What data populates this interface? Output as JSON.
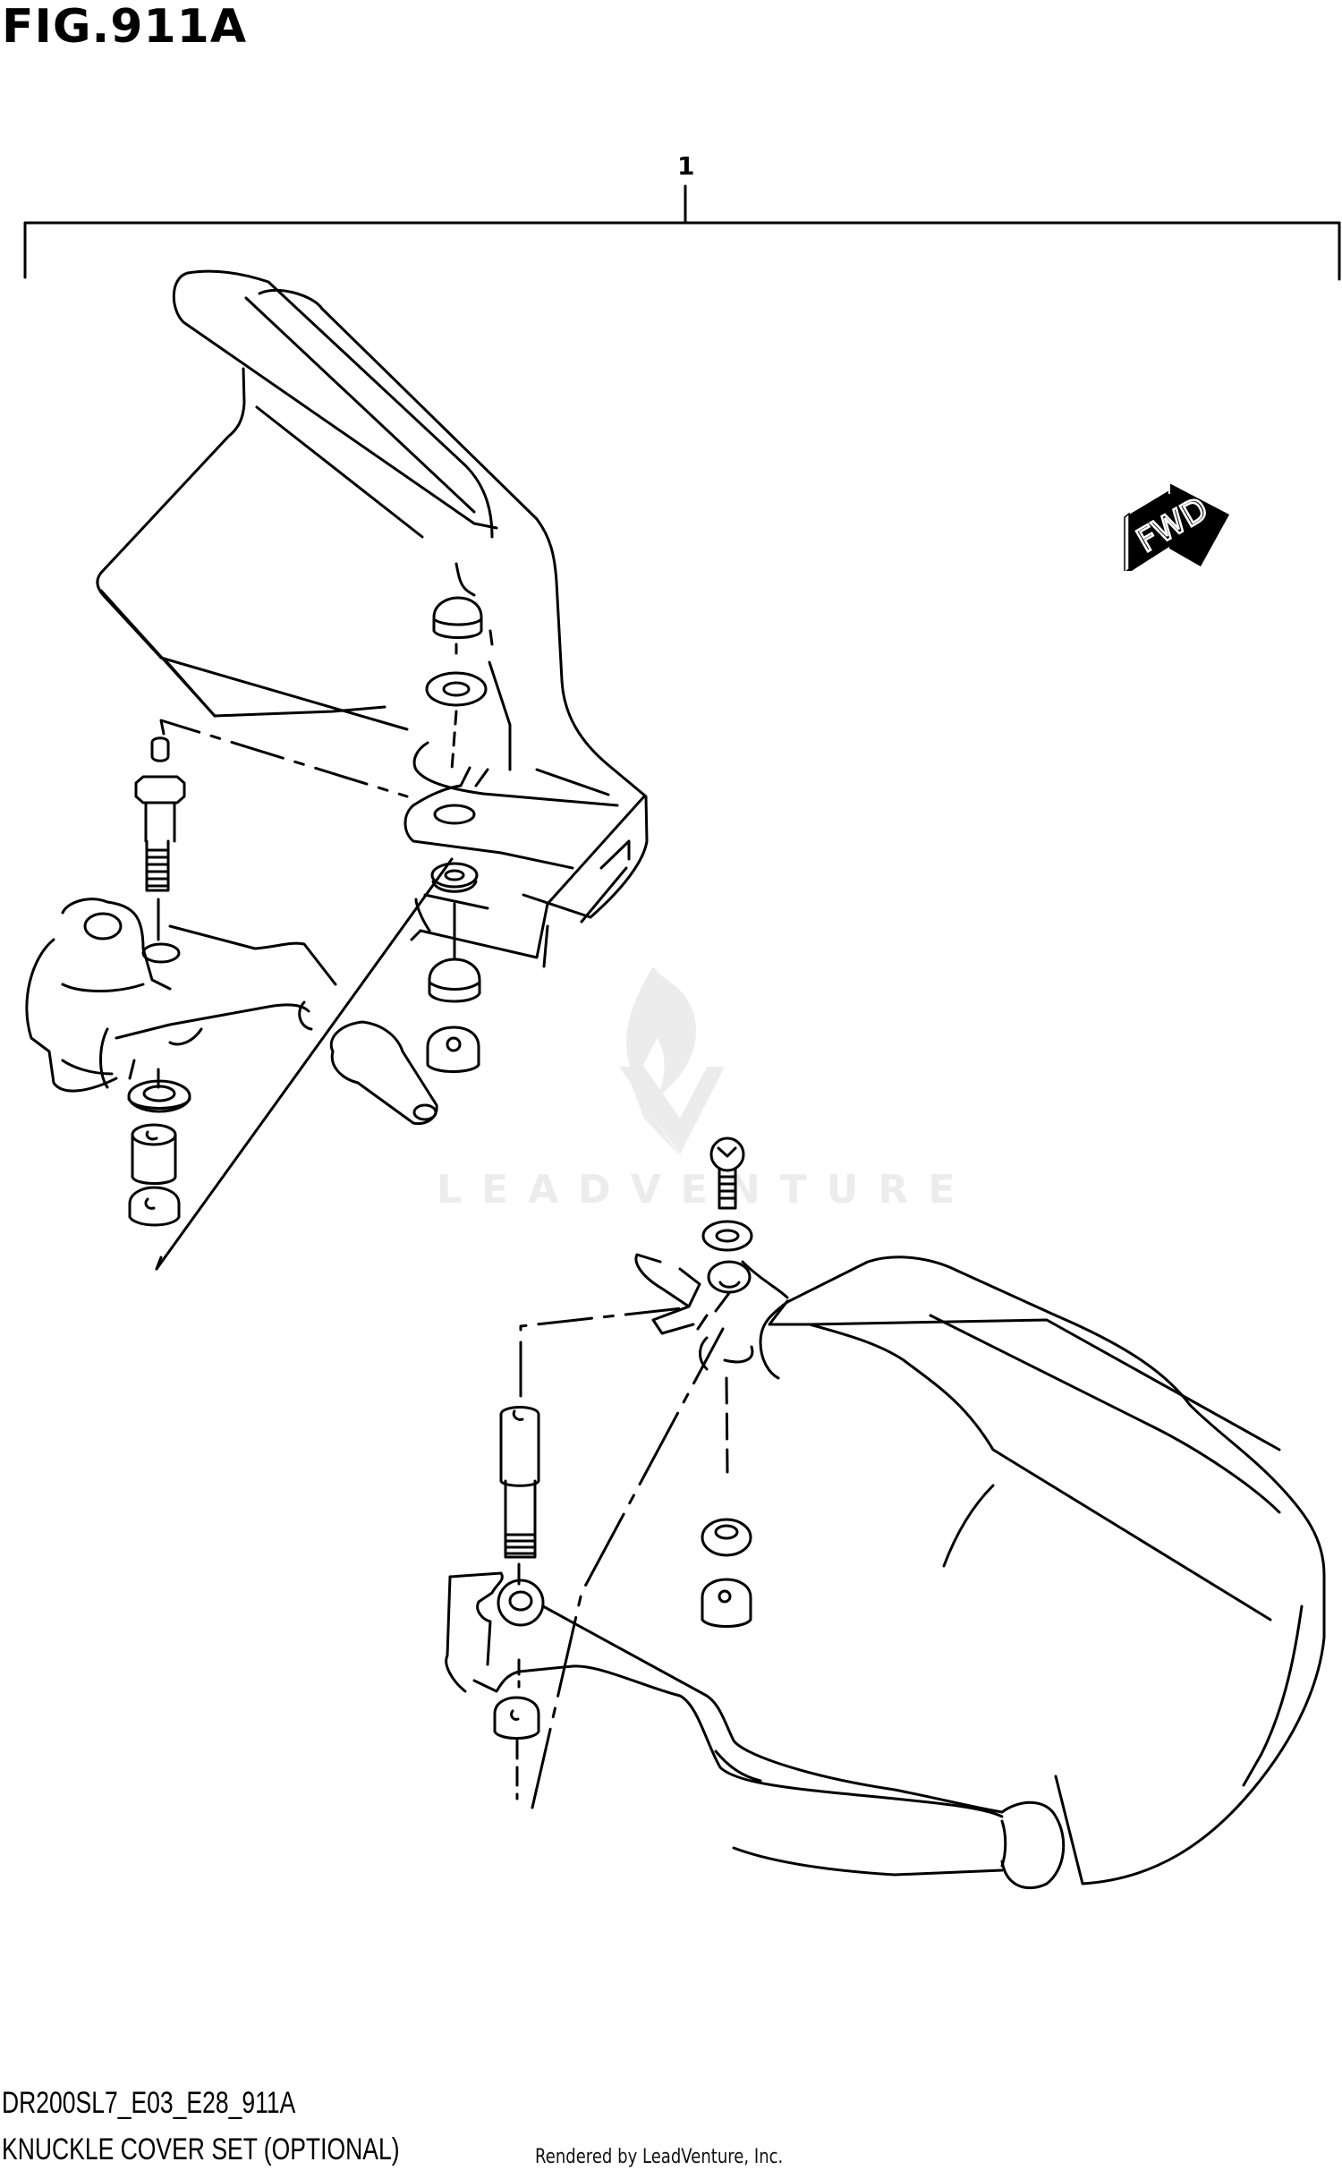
{
  "figure": {
    "title": "FIG.911A",
    "callouts": [
      {
        "number": "1",
        "label": "Knuckle cover set (bracket spans whole assembly)"
      }
    ],
    "direction_indicator": {
      "text": "FWD",
      "icon": "forward-arrow-icon"
    }
  },
  "footer": {
    "model_code": "DR200SL7_E03_E28_911A",
    "description": "KNUCKLE COVER SET (OPTIONAL)",
    "credit": "Rendered by LeadVenture, Inc."
  },
  "watermark": {
    "text": "LEADVENTURE",
    "icon": "leadventure-flame-logo-icon",
    "color": "#ececec"
  },
  "drawing": {
    "line_color": "#000000",
    "background": "#ffffff",
    "parts": [
      "left-hand-guard",
      "right-hand-guard",
      "knuckle-clamp-bracket",
      "lever-bracket",
      "stud-bolt",
      "shoulder-bolt",
      "screw",
      "washer",
      "spacer",
      "nut",
      "grip-end-cap"
    ]
  }
}
